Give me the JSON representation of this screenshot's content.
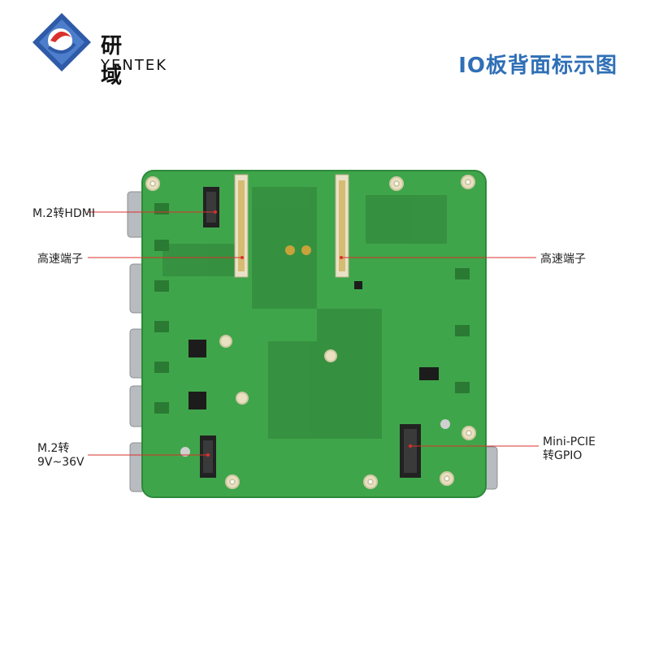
{
  "brand": {
    "name_cn": "研 域",
    "name_en": "YENTEK"
  },
  "title": "IO板背面标示图",
  "callouts": {
    "m2_hdmi": "M.2转HDMI",
    "high_speed_left": "高速端子",
    "high_speed_right": "高速端子",
    "m2_power_line1": "M.2转",
    "m2_power_line2": "9V~36V",
    "mini_pcie_line1": "Mini-PCIE",
    "mini_pcie_line2": "转GPIO"
  },
  "colors": {
    "title_blue": "#2f6fb6",
    "board_green": "#3fa54a",
    "callout_red": "#d9312b",
    "logo_blue": "#2e5aa8"
  }
}
